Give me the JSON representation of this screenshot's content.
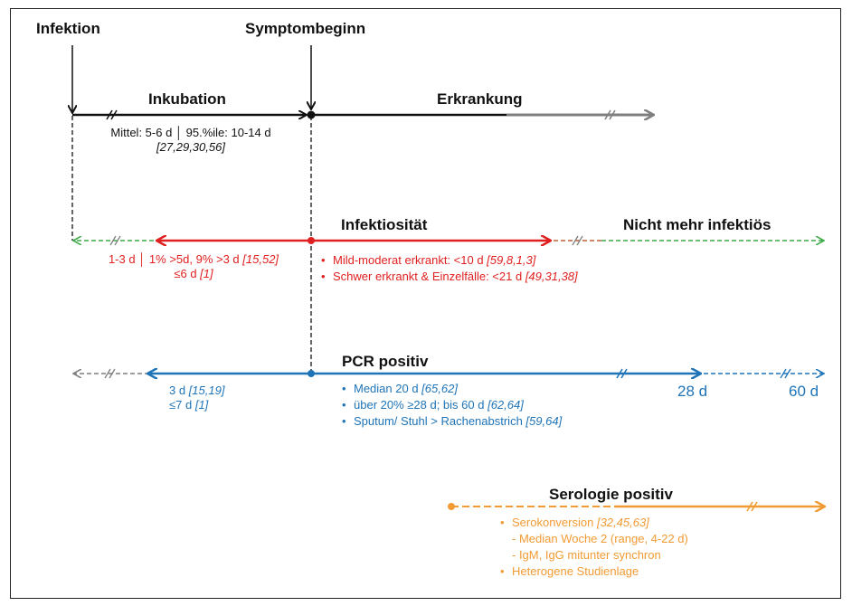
{
  "labels": {
    "infektion": "Infektion",
    "symptombeginn": "Symptombeginn",
    "inkubation": "Inkubation",
    "erkrankung": "Erkrankung",
    "infektiositaet": "Infektiosität",
    "nicht_mehr_infektioes": "Nicht mehr infektiös",
    "pcr_positiv": "PCR positiv",
    "serologie_positiv": "Serologie positiv",
    "day_28": "28 d",
    "day_60": "60 d"
  },
  "inkubation": {
    "line1": "Mittel: 5-6 d │ 95.%ile: 10-14 d",
    "cite": "[27,29,30,56]"
  },
  "infektiositaet_left": {
    "line1_text": "1-3 d │ 1% >5d, 9% >3 d ",
    "line1_cite": "[15,52]",
    "line2_text": "≤6 d ",
    "line2_cite": "[1]"
  },
  "infektiositaet_right": [
    {
      "text": "Mild-moderat erkrankt: <10 d ",
      "cite": "[59,8,1,3]"
    },
    {
      "text": "Schwer erkrankt & Einzelfälle: <21 d ",
      "cite": "[49,31,38]"
    }
  ],
  "pcr_left": {
    "line1_text": "3 d ",
    "line1_cite": "[15,19]",
    "line2_text": "≤7 d ",
    "line2_cite": "[1]"
  },
  "pcr_right": [
    {
      "text": "Median 20 d ",
      "cite": "[65,62]"
    },
    {
      "text": "über 20% ≥28 d; bis 60 d ",
      "cite": "[62,64]"
    },
    {
      "text": "Sputum/ Stuhl > Rachenabstrich ",
      "cite": "[59,64]"
    }
  ],
  "serologie": [
    {
      "text": "Serokonversion ",
      "cite": "[32,45,63]"
    },
    {
      "sub": "- Median Woche 2 (range, 4-22 d)"
    },
    {
      "sub": "- IgM, IgG mitunter synchron"
    },
    {
      "text": "Heterogene Studienlage",
      "cite": ""
    }
  ],
  "colors": {
    "black": "#111111",
    "gray": "#7f7f7f",
    "red": "#e02020",
    "green": "#3faa48",
    "blue": "#1f74b8",
    "orange": "#f29b34"
  }
}
